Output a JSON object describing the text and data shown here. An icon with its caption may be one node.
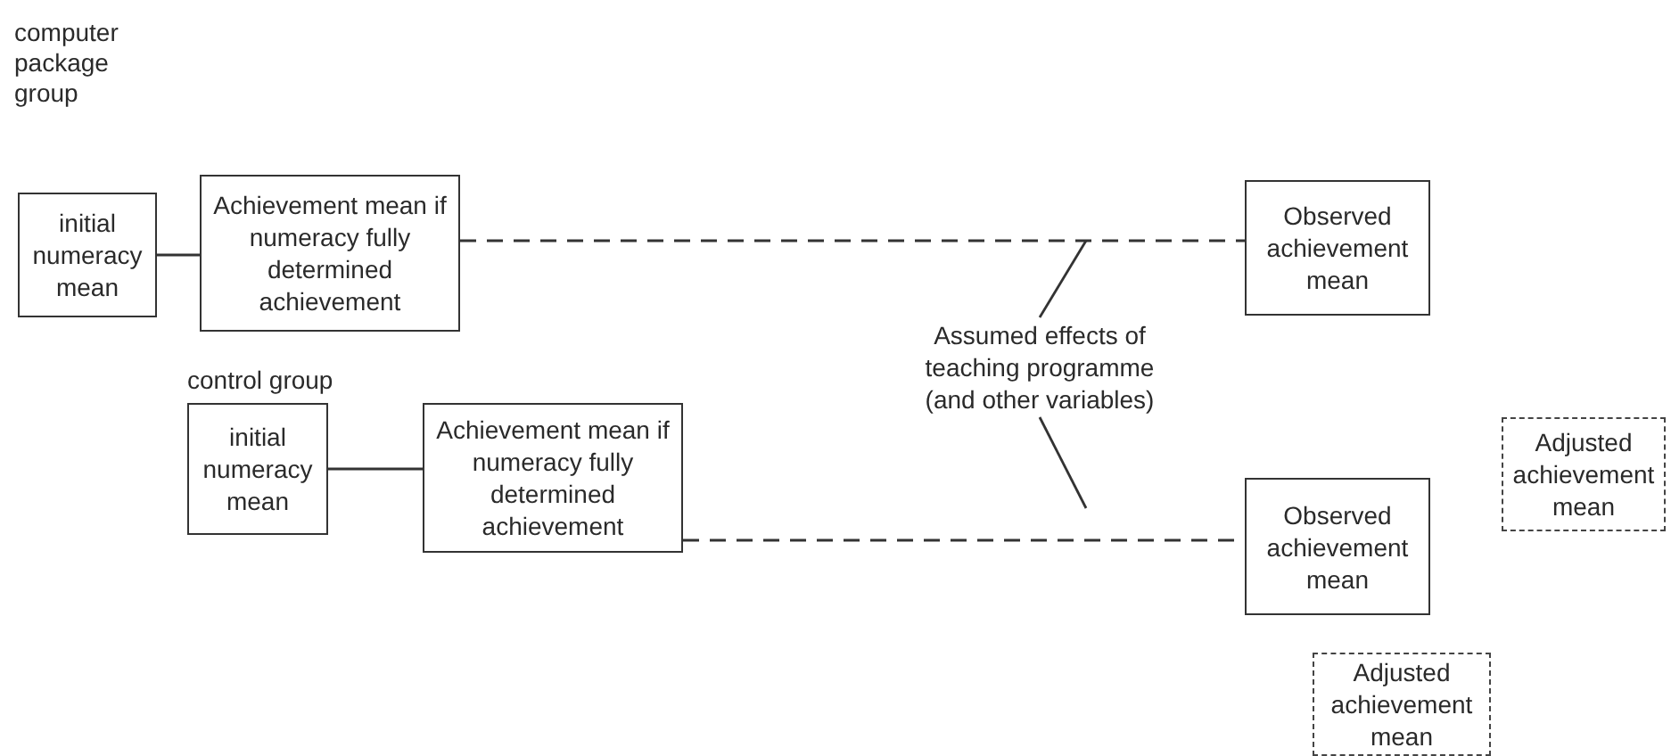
{
  "diagram": {
    "nodes": [
      {
        "text": [
          "initial numeracy mean"
        ],
        "beside": [
          "computer package group"
        ]
      },
      {
        "text": [
          "Achievement mean if numeracy fully determined achievement"
        ]
      },
      {
        "text": [
          "Observed achievement mean"
        ]
      },
      {
        "text": [
          "Adjusted achievement mean"
        ]
      },
      {
        "text": [
          "Assumed effects of teaching programme (and other variables)"
        ]
      },
      {
        "text": [
          "initial numeracy mean"
        ],
        "beside": [
          "control group"
        ]
      },
      {
        "text": [
          "Achievement mean if numeracy fully determined achievement"
        ]
      },
      {
        "text": [
          "Observed achievement mean"
        ]
      },
      {
        "text": [
          "Adjusted achievement mean"
        ]
      }
    ],
    "edges": [
      {
        "from": 0,
        "to": 1,
        "arrow": "none"
      },
      {
        "from": 1,
        "to": 2,
        "arrow": "none",
        "style": "dashed"
      },
      {
        "from": 5,
        "to": 6,
        "arrow": "none"
      },
      {
        "from": 6,
        "to": 7,
        "arrow": "none",
        "style": "dashed"
      },
      {
        "from": 4,
        "to": null,
        "arrow": "none"
      },
      {
        "from": 4,
        "to": null,
        "arrow": "none"
      }
    ]
  }
}
